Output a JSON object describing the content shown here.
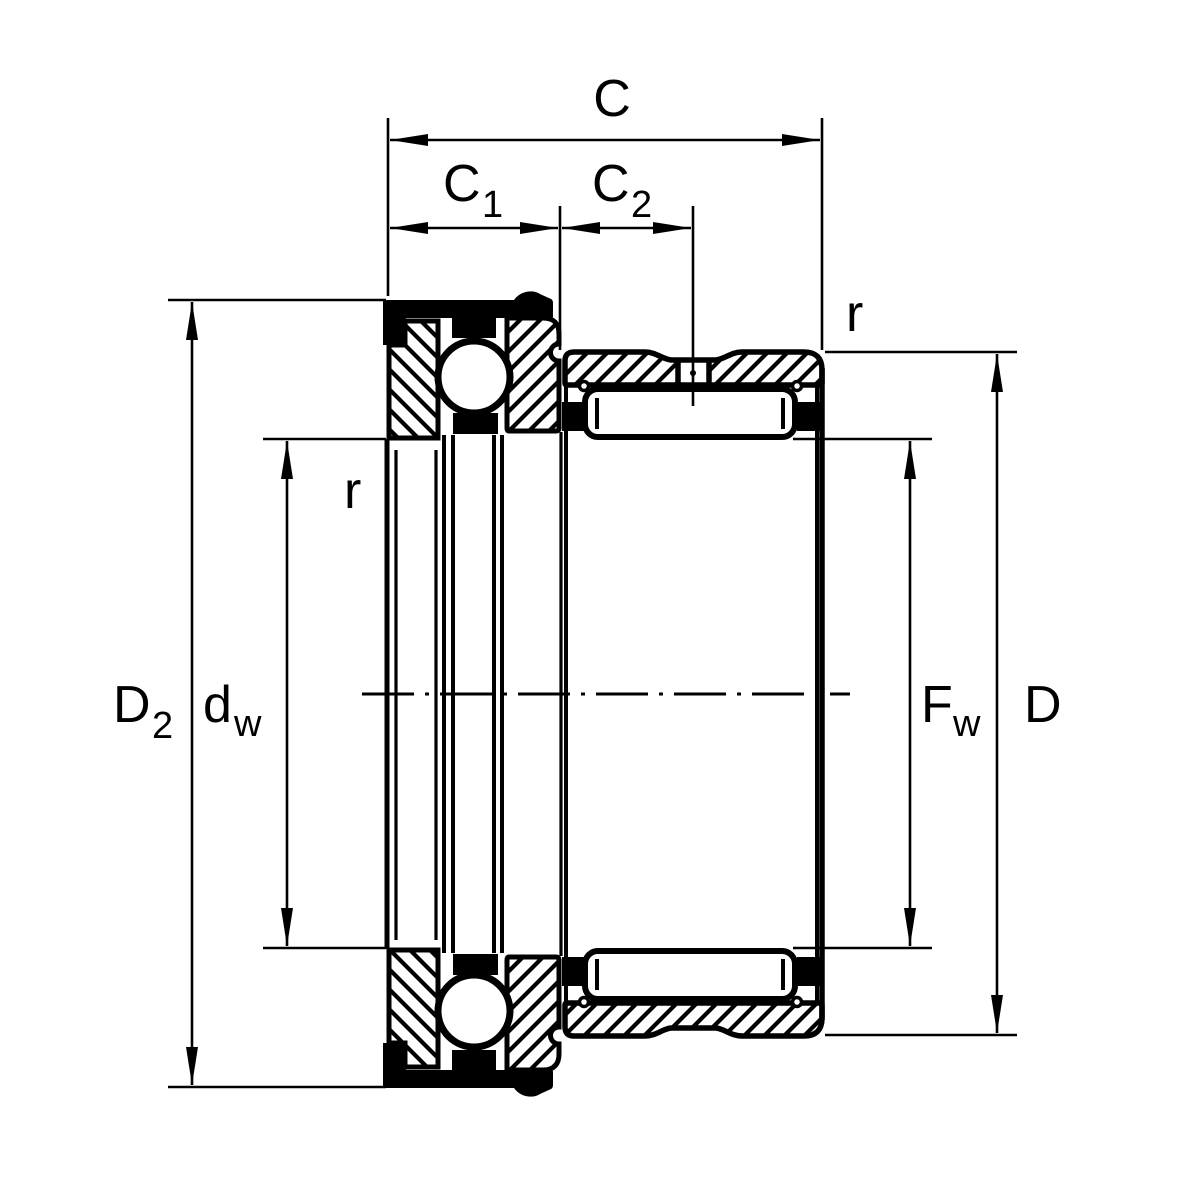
{
  "diagram": {
    "title": "bearing-cross-section",
    "labels": {
      "c": "C",
      "c1": {
        "main": "C",
        "sub": "1"
      },
      "c2": {
        "main": "C",
        "sub": "2"
      },
      "d2": {
        "main": "D",
        "sub": "2"
      },
      "dw": {
        "main": "d",
        "sub": "w"
      },
      "fw": {
        "main": "F",
        "sub": "w"
      },
      "d": "D",
      "r_outer": "r",
      "r_inner": "r"
    },
    "colors": {
      "line": "#000000",
      "background": "#ffffff"
    }
  }
}
